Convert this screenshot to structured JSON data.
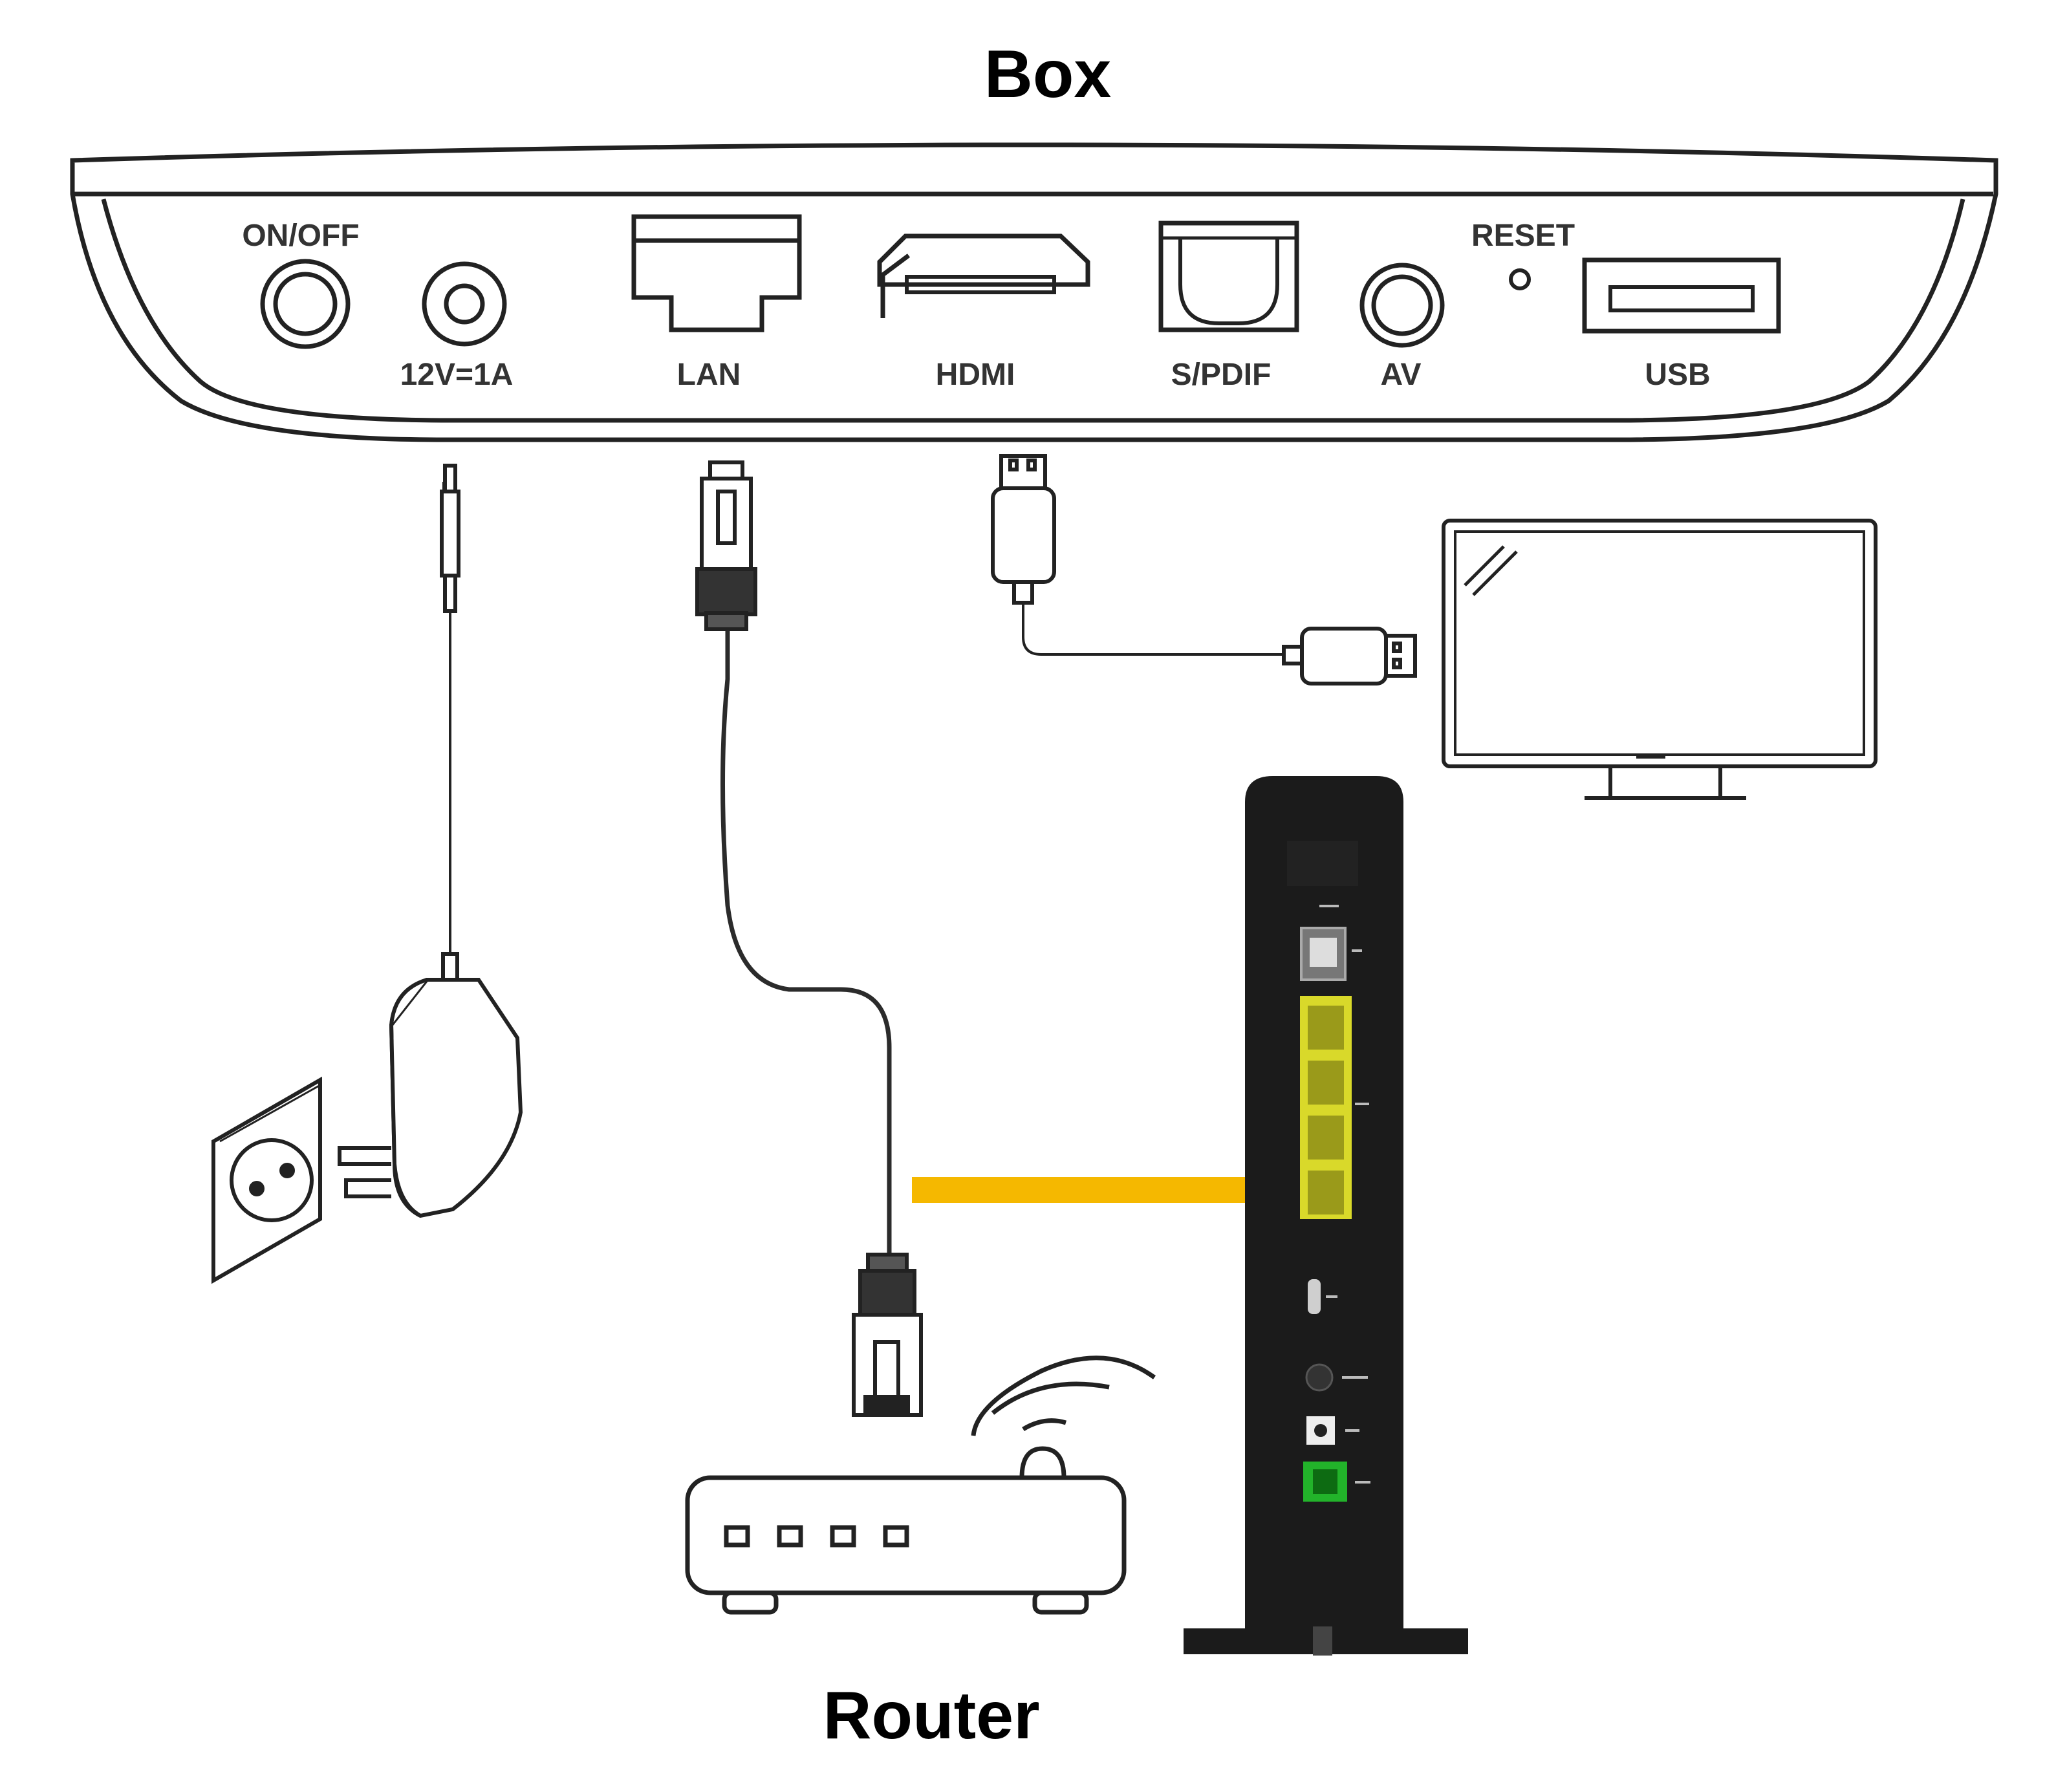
{
  "titles": {
    "box": "Box",
    "router": "Router"
  },
  "box_ports": {
    "on_off": "ON/OFF",
    "power": "12V=1A",
    "lan": "LAN",
    "hdmi": "HDMI",
    "spdif": "S/PDIF",
    "av": "AV",
    "reset": "RESET",
    "usb": "USB"
  },
  "colors": {
    "arrow": "#f5b800",
    "lan_ports": "#d9d92a",
    "adsl_port": "#22b32a",
    "router_body": "#1b1b1b",
    "line": "#2b2b2b"
  },
  "icons": {
    "wall_socket": "power-socket-icon",
    "power_adapter": "power-adapter-icon",
    "tv": "tv-icon",
    "router": "wifi-router-icon",
    "wifi": "wifi-icon"
  }
}
